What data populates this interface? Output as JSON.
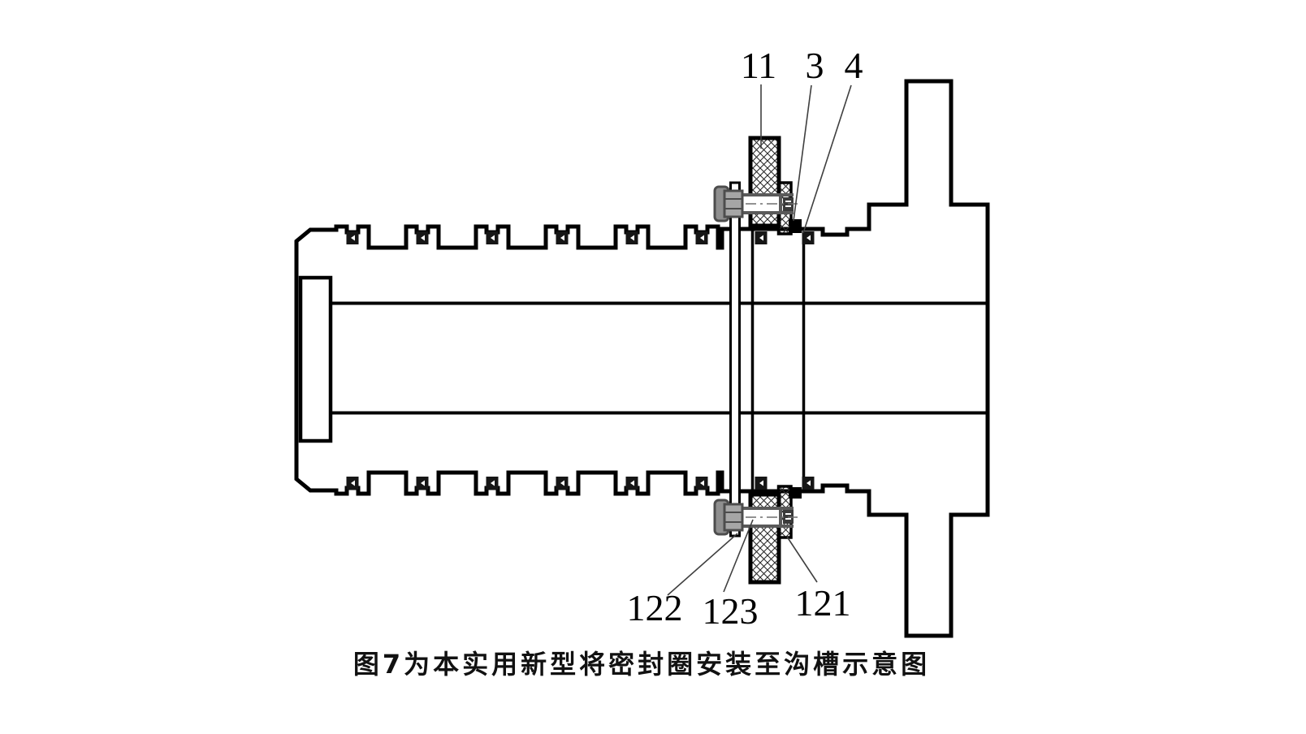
{
  "figure": {
    "caption": "图7为本实用新型将密封圈安装至沟槽示意图",
    "labels": {
      "seal_ring": "11",
      "groove": "3",
      "flange": "4",
      "clamp_band": "122",
      "bolt": "123",
      "clamp_half": "121"
    },
    "colors": {
      "line": "#000000",
      "background": "#ffffff",
      "bolt_gray": "#a6a6a6",
      "washer_gray": "#8f8f8f",
      "leader": "#3f3f3f"
    }
  }
}
